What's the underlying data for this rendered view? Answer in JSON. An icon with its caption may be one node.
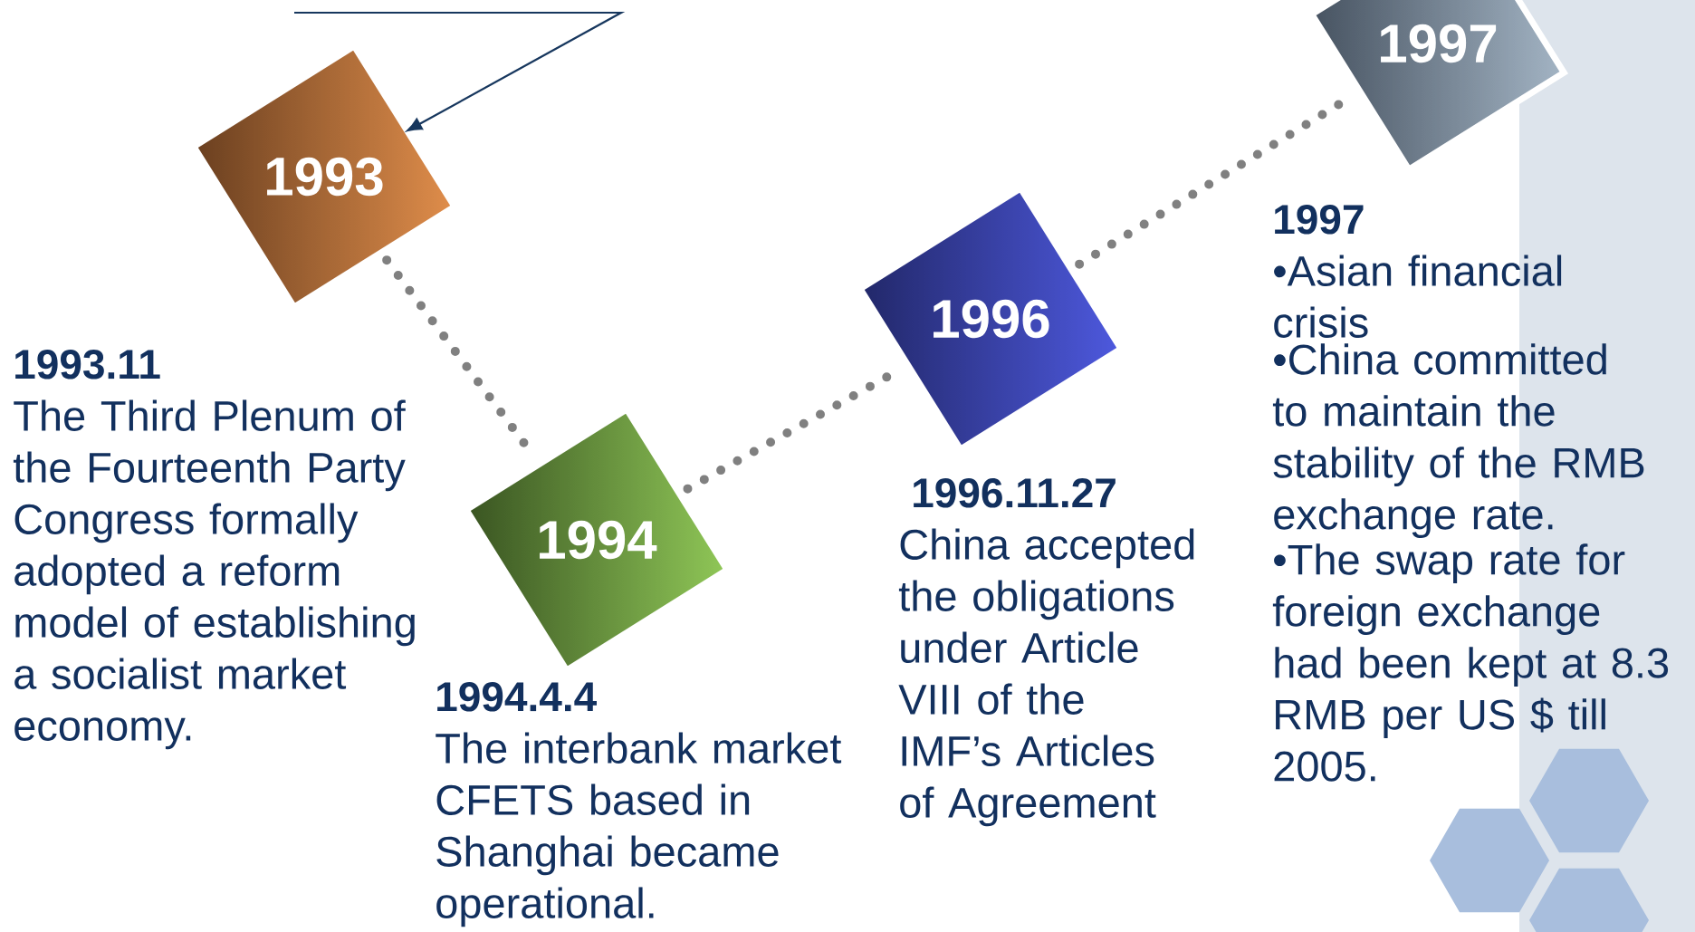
{
  "diagram": {
    "nodes": [
      {
        "text": [
          "1993"
        ],
        "beside": [
          "1993.11",
          "The Third Plenum of the Fourteenth Party Congress formally adopted a reform model of establishing a socialist market economy."
        ]
      },
      {
        "text": [
          "1994"
        ],
        "beside": [
          "1994.4.4",
          "The interbank market CFETS based in Shanghai became operational."
        ]
      },
      {
        "text": [
          "1996"
        ],
        "beside": [
          "1996.11.27",
          "China accepted the obligations under Article VIII of the IMF’s Articles of Agreement"
        ]
      },
      {
        "text": [
          "1997"
        ],
        "beside": [
          "1997",
          "•Asian financial crisis",
          "•China committed to maintain the stability of the RMB exchange rate.",
          "•The swap rate for foreign exchange had been kept at 8.3 RMB per US $ till 2005."
        ]
      }
    ],
    "edges": [
      {
        "from": null,
        "to": 0,
        "arrow": "to",
        "color": "#17375e"
      },
      {
        "from": 0,
        "to": 1,
        "arrow": "none",
        "style": "dashed"
      },
      {
        "from": 1,
        "to": 2,
        "arrow": "none",
        "style": "dashed"
      },
      {
        "from": 2,
        "to": 3,
        "arrow": "none",
        "style": "dashed"
      }
    ]
  }
}
